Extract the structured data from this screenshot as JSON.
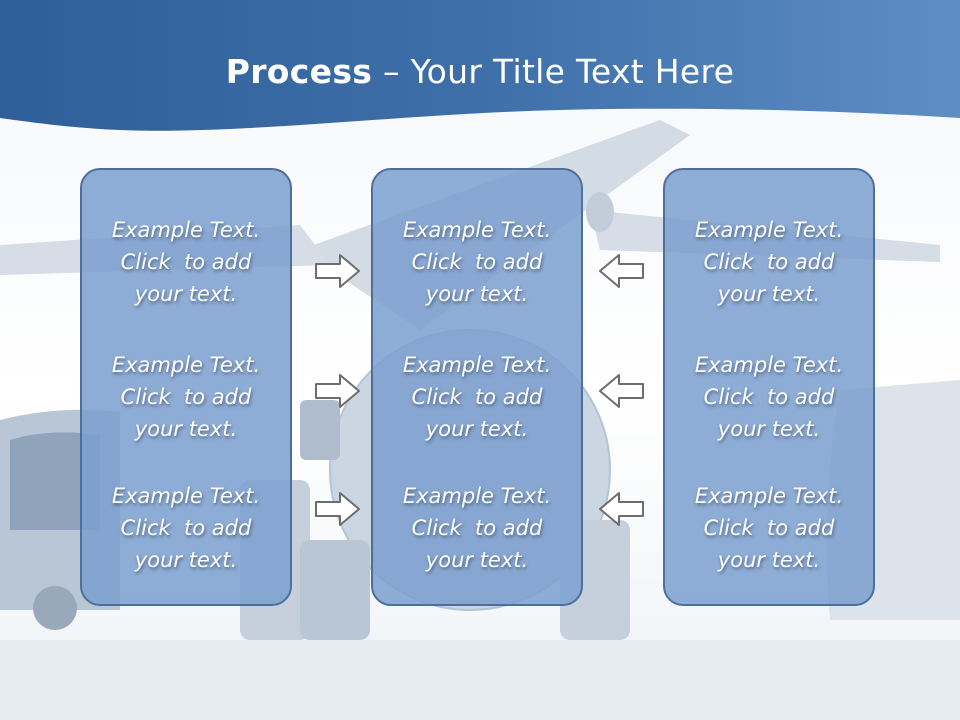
{
  "title": {
    "bold": "Process",
    "rest": " – Your Title Text Here"
  },
  "columns": [
    {
      "items": [
        {
          "lines": [
            "Example Text.",
            "Click  to add",
            "your text."
          ]
        },
        {
          "lines": [
            "Example Text.",
            "Click  to add",
            "your text."
          ]
        },
        {
          "lines": [
            "Example Text.",
            "Click  to add",
            "your text."
          ]
        }
      ]
    },
    {
      "items": [
        {
          "lines": [
            "Example Text.",
            "Click  to add",
            "your text."
          ]
        },
        {
          "lines": [
            "Example Text.",
            "Click  to add",
            "your text."
          ]
        },
        {
          "lines": [
            "Example Text.",
            "Click  to add",
            "your text."
          ]
        }
      ]
    },
    {
      "items": [
        {
          "lines": [
            "Example Text.",
            "Click  to add",
            "your text."
          ]
        },
        {
          "lines": [
            "Example Text.",
            "Click  to add",
            "your text."
          ]
        },
        {
          "lines": [
            "Example Text.",
            "Click  to add",
            "your text."
          ]
        }
      ]
    }
  ],
  "icons": {
    "right_arrow": "arrow-right-icon",
    "left_arrow": "arrow-left-icon"
  },
  "colors": {
    "header_blue": "#3d6ea6",
    "box_fill": "#7c9fcf",
    "box_border": "#4e6f98",
    "text": "#ffffff"
  }
}
